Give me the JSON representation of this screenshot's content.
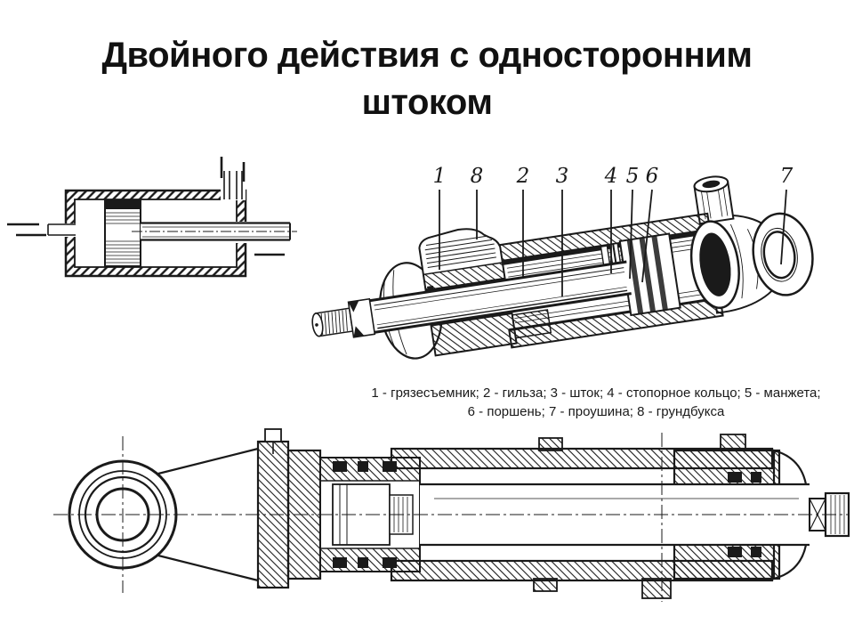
{
  "colors": {
    "background": "#ffffff",
    "ink": "#1a1a1a"
  },
  "title": {
    "text": "Двойного действия с односторонним штоком"
  },
  "cutaway": {
    "callouts": [
      "1",
      "8",
      "2",
      "3",
      "4",
      "5",
      "6",
      "7"
    ]
  },
  "caption": {
    "line1": "1 - грязесъемник; 2 - гильза; 3 - шток; 4 - стопорное кольцо; 5 - манжета;",
    "line2": "6 - поршень; 7 - проушина; 8 - грундбукса"
  }
}
